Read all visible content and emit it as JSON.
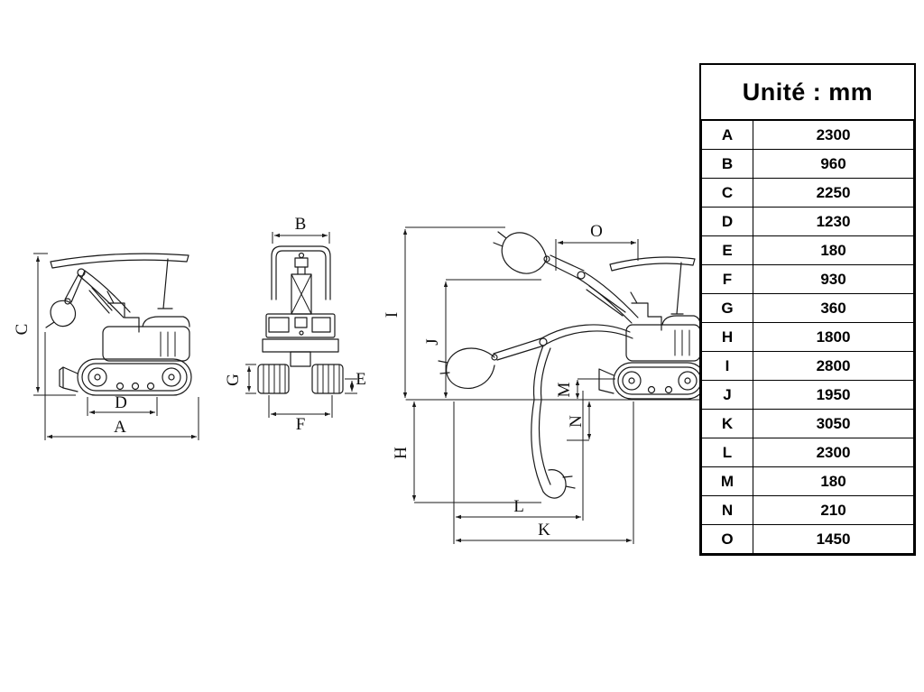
{
  "table": {
    "title": "Unité : mm",
    "rows": [
      {
        "label": "A",
        "value": "2300"
      },
      {
        "label": "B",
        "value": "960"
      },
      {
        "label": "C",
        "value": "2250"
      },
      {
        "label": "D",
        "value": "1230"
      },
      {
        "label": "E",
        "value": "180"
      },
      {
        "label": "F",
        "value": "930"
      },
      {
        "label": "G",
        "value": "360"
      },
      {
        "label": "H",
        "value": "1800"
      },
      {
        "label": "I",
        "value": "2800"
      },
      {
        "label": "J",
        "value": "1950"
      },
      {
        "label": "K",
        "value": "3050"
      },
      {
        "label": "L",
        "value": "2300"
      },
      {
        "label": "M",
        "value": "180"
      },
      {
        "label": "N",
        "value": "210"
      },
      {
        "label": "O",
        "value": "1450"
      }
    ]
  },
  "diagram": {
    "labels": {
      "A": "A",
      "B": "B",
      "C": "C",
      "D": "D",
      "E": "E",
      "F": "F",
      "G": "G",
      "H": "H",
      "I": "I",
      "J": "J",
      "K": "K",
      "L": "L",
      "M": "M",
      "N": "N",
      "O": "O"
    }
  },
  "colors": {
    "line": "#1a1a1a",
    "text": "#000000",
    "background": "#ffffff",
    "table_border": "#000000"
  }
}
